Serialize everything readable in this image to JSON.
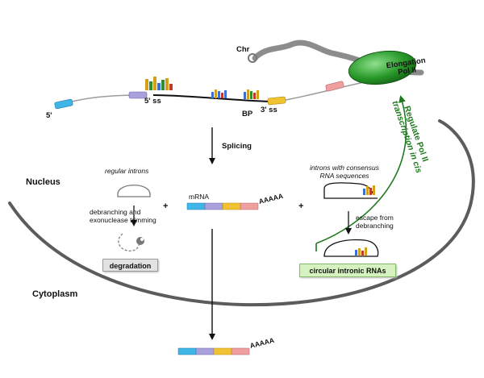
{
  "labels": {
    "chr": "Chr",
    "elongation": "Elongation",
    "pol_ii": "Pol II",
    "regulate_line1": "Regulate Pol II",
    "regulate_line2": "transcription in cis",
    "five_prime": "5'",
    "five_ss": "5' ss",
    "bp": "BP",
    "three_ss": "3' ss",
    "splicing": "Splicing",
    "nucleus": "Nucleus",
    "cytoplasm": "Cytoplasm",
    "regular_introns": "regular introns",
    "debranching_line1": "debranching and",
    "debranching_line2": "exonuclease trimming",
    "degradation": "degradation",
    "plus_left": "+",
    "plus_right": "+",
    "mrna": "mRNA",
    "polya_nucleus": "AAAAA",
    "polya_cytoplasm": "AAAAA",
    "consensus_line1": "introns with consensus",
    "consensus_line2": "RNA sequences",
    "escape_line1": "escape from",
    "escape_line2": "debranching",
    "circular_intronic": "circular intronic RNAs"
  },
  "colors": {
    "exon_blue": "#3fb6e6",
    "exon_purple": "#a9a1dc",
    "exon_yellow": "#f1c232",
    "exon_pink": "#ef9f9f",
    "pol_ii_green": "#1f8f1f",
    "regulate_green": "#1f7a1f",
    "membrane_gray": "#4a4a4a"
  }
}
